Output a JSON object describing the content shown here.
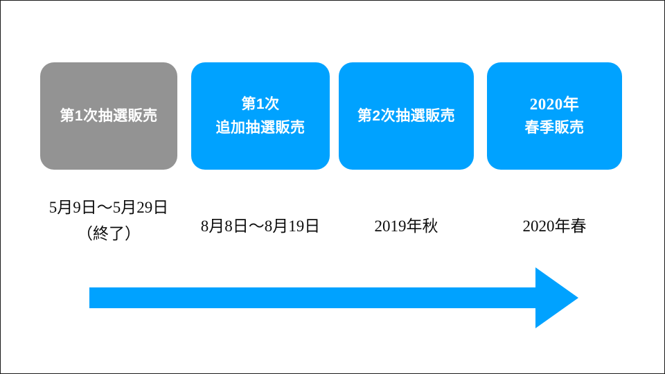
{
  "slide": {
    "background_color": "#ffffff",
    "border_color": "#1a1a1a",
    "accent_blue": "#00a2ff",
    "muted_gray": "#939393"
  },
  "timeline": {
    "arrow": {
      "name": "right-arrow",
      "color": "#00a2ff",
      "direction": "right"
    },
    "phases": [
      {
        "id": "phase-1",
        "box_lines": [
          "第1次抽選販売"
        ],
        "caption_lines": [
          "5月9日～5月29日",
          "（終了）"
        ],
        "state": "completed",
        "box_color": "#939393"
      },
      {
        "id": "phase-2",
        "box_lines": [
          "第1次",
          "追加抽選販売"
        ],
        "caption_lines": [
          "8月8日～8月19日"
        ],
        "state": "active",
        "box_color": "#00a2ff"
      },
      {
        "id": "phase-3",
        "box_lines": [
          "第2次抽選販売"
        ],
        "caption_lines": [
          "2019年秋"
        ],
        "state": "upcoming",
        "box_color": "#00a2ff"
      },
      {
        "id": "phase-4",
        "box_lines": [
          "2020年",
          "春季販売"
        ],
        "caption_lines": [
          "2020年春"
        ],
        "state": "upcoming",
        "box_color": "#00a2ff"
      }
    ]
  }
}
